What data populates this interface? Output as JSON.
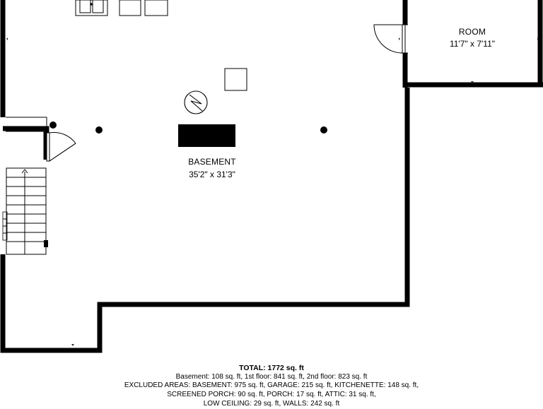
{
  "rooms": [
    {
      "name": "BASEMENT",
      "dimensions": "35'2\" x 31'3\""
    },
    {
      "name": "ROOM",
      "dimensions": "11'7\" x 7'11\""
    }
  ],
  "summary": {
    "total": "TOTAL: 1772 sq. ft",
    "lines": [
      "Basement: 108 sq. ft, 1st floor: 841 sq. ft, 2nd floor: 823 sq. ft",
      "EXCLUDED AREAS: BASEMENT: 975 sq. ft, GARAGE: 215 sq. ft, KITCHENETTE: 148 sq. ft,",
      "SCREENED PORCH: 90 sq. ft, PORCH: 17 sq. ft, ATTIC: 31 sq. ft,",
      "LOW CEILING: 29 sq. ft, WALLS: 242 sq. ft"
    ]
  }
}
